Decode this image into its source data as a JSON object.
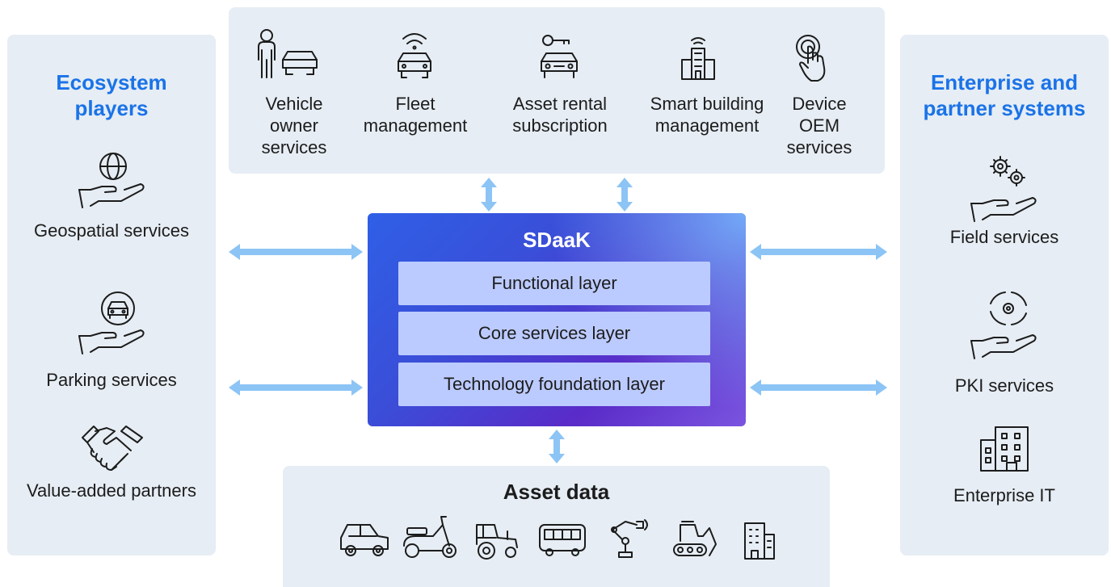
{
  "left_panel": {
    "title": "Ecosystem players",
    "items": [
      {
        "label": "Geospatial services",
        "icon": "hand-globe-icon"
      },
      {
        "label": "Parking services",
        "icon": "hand-car-icon"
      },
      {
        "label": "Value-added partners",
        "icon": "handshake-icon"
      }
    ]
  },
  "right_panel": {
    "title": "Enterprise and partner systems",
    "items": [
      {
        "label": "Field services",
        "icon": "hand-gears-icon"
      },
      {
        "label": "PKI services",
        "icon": "hand-cycle-gear-icon"
      },
      {
        "label": "Enterprise IT",
        "icon": "office-building-icon"
      }
    ]
  },
  "top_panel": {
    "items": [
      {
        "label": "Vehicle owner services",
        "icon": "person-car-icon"
      },
      {
        "label": "Fleet management",
        "icon": "connected-car-icon"
      },
      {
        "label": "Asset rental subscription",
        "icon": "car-key-icon"
      },
      {
        "label": "Smart building management",
        "icon": "connected-building-icon"
      },
      {
        "label": "Device OEM services",
        "icon": "touch-hand-icon"
      }
    ]
  },
  "core": {
    "title": "SDaaK",
    "layers": [
      "Functional layer",
      "Core services layer",
      "Technology foundation layer"
    ]
  },
  "bottom_panel": {
    "title": "Asset data",
    "icons": [
      "car-icon",
      "scooter-icon",
      "tractor-icon",
      "bus-icon",
      "robot-arm-icon",
      "bulldozer-icon",
      "building-icon"
    ]
  },
  "colors": {
    "panel_bg": "#e6edf4",
    "title_blue": "#1a73e8",
    "arrow": "#8cc4f5",
    "layer_bg": "#bccbff",
    "core_gradient_start": "#2f5fe6",
    "core_gradient_end": "#7a55e0"
  }
}
